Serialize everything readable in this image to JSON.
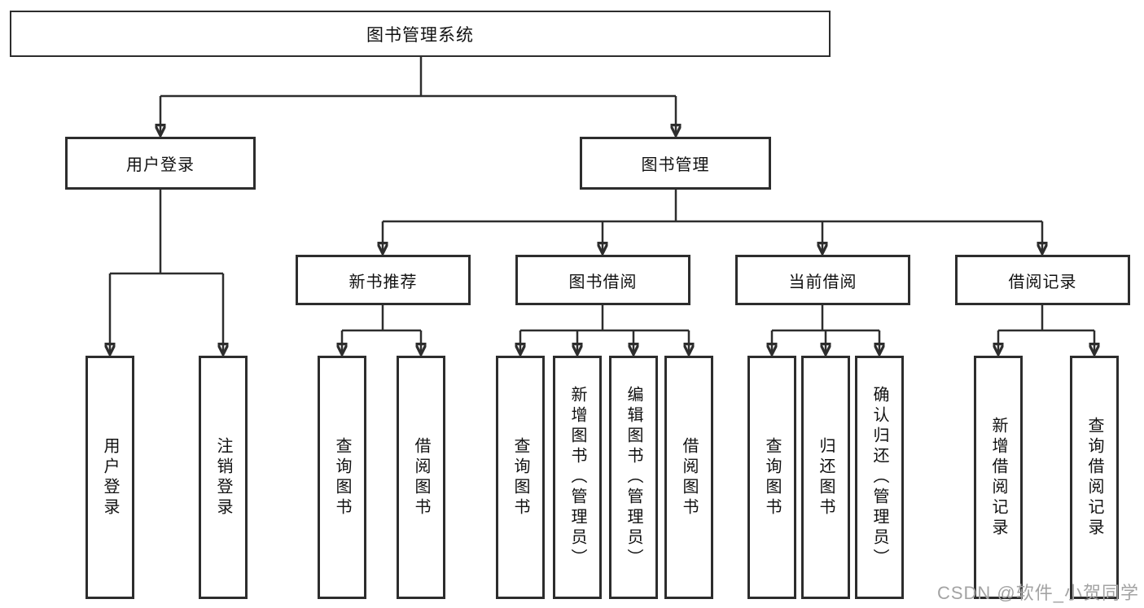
{
  "diagram": {
    "title": "图书管理系统",
    "type": "hierarchy-tree",
    "tree": {
      "label": "图书管理系统",
      "children": [
        {
          "label": "用户登录",
          "children": [
            {
              "label": "用户登录"
            },
            {
              "label": "注销登录"
            }
          ]
        },
        {
          "label": "图书管理",
          "children": [
            {
              "label": "新书推荐",
              "children": [
                {
                  "label": "查询图书"
                },
                {
                  "label": "借阅图书"
                }
              ]
            },
            {
              "label": "图书借阅",
              "children": [
                {
                  "label": "查询图书"
                },
                {
                  "label": "新增图书（管理员）"
                },
                {
                  "label": "编辑图书（管理员）"
                },
                {
                  "label": "借阅图书"
                }
              ]
            },
            {
              "label": "当前借阅",
              "children": [
                {
                  "label": "查询图书"
                },
                {
                  "label": "归还图书"
                },
                {
                  "label": "确认归还（管理员）"
                }
              ]
            },
            {
              "label": "借阅记录",
              "children": [
                {
                  "label": "新增借阅记录"
                },
                {
                  "label": "查询借阅记录"
                }
              ]
            }
          ]
        }
      ]
    },
    "watermark": "CSDN @软件_小贺同学",
    "colors": {
      "line": "#2d2d2d",
      "box_border": "#2d2d2d",
      "text": "#111111",
      "watermark": "#a3a3a3",
      "background": "#ffffff"
    }
  }
}
